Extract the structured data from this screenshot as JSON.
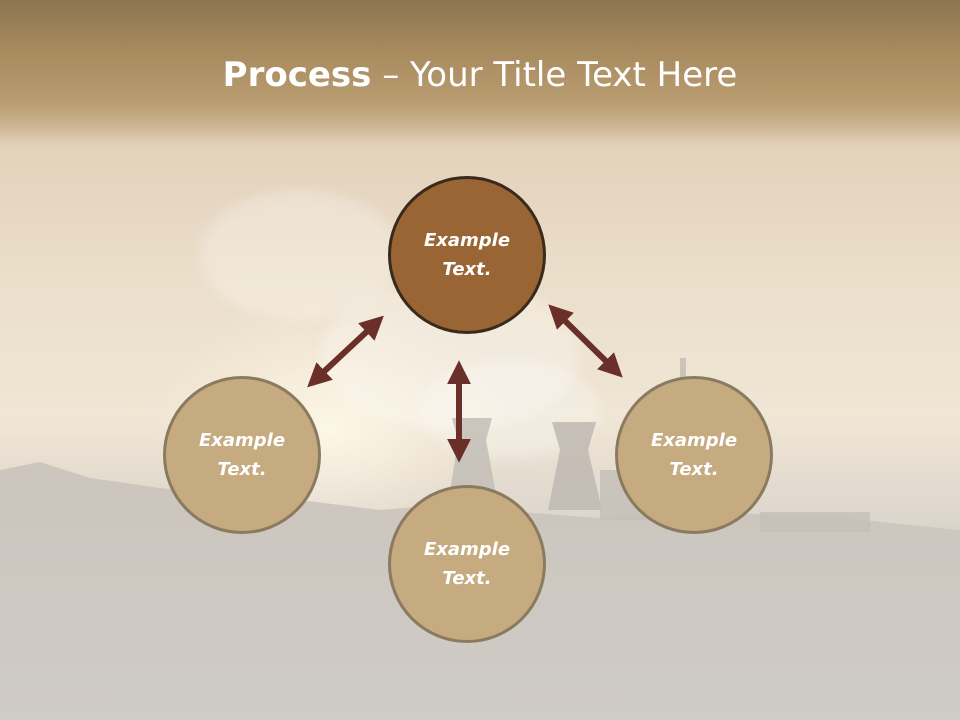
{
  "title": {
    "bold": "Process",
    "dash": " – ",
    "rest": "Your Title Text Here"
  },
  "nodes": {
    "top": "Example\nText.",
    "left": "Example\nText.",
    "right": "Example\nText.",
    "bottom": "Example\nText."
  },
  "colors": {
    "main_node_fill": "#9a6534",
    "main_node_border": "#3a2a1c",
    "sub_node_fill": "#c6ab80",
    "sub_node_border": "#8a7a5f",
    "arrow": "#6b2f2a",
    "header": "#a88a5f"
  },
  "icons": {
    "arrows": [
      "double-arrow-icon",
      "double-arrow-icon",
      "double-arrow-icon"
    ]
  }
}
